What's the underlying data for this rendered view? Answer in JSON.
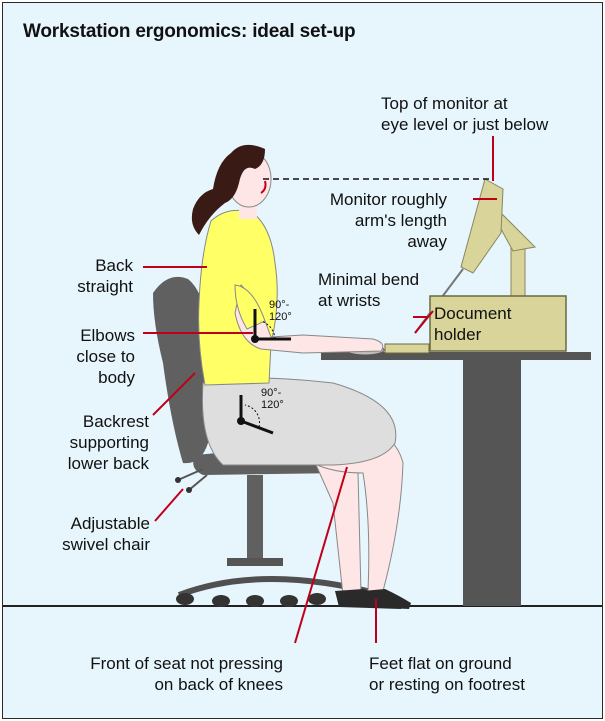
{
  "title": "Workstation ergonomics: ideal set-up",
  "labels": {
    "monitor_top": [
      "Top of monitor at",
      "eye level or just below"
    ],
    "monitor_distance": [
      "Monitor roughly",
      "arm's length",
      "away"
    ],
    "wrists": [
      "Minimal bend",
      "at wrists"
    ],
    "document_holder": [
      "Document",
      "holder"
    ],
    "back": [
      "Back",
      "straight"
    ],
    "elbows": [
      "Elbows",
      "close to",
      "body"
    ],
    "backrest": [
      "Backrest",
      "supporting",
      "lower back"
    ],
    "chair": [
      "Adjustable",
      "swivel chair"
    ],
    "seat_front": [
      "Front of seat not pressing",
      "on back of knees"
    ],
    "feet": [
      "Feet flat on ground",
      "or resting on footrest"
    ]
  },
  "angles": {
    "elbow": [
      "90°-",
      "120°"
    ],
    "hip": [
      "90°-",
      "120°"
    ]
  },
  "colors": {
    "background": "#e6f6fc",
    "shirt": "#ffff66",
    "skirt": "#dedede",
    "skin": "#ffe6e6",
    "hair": "#3a1a14",
    "chair": "#606060",
    "desk": "#555555",
    "monitor": "#d8d49a",
    "pointer": "#c0001a"
  }
}
